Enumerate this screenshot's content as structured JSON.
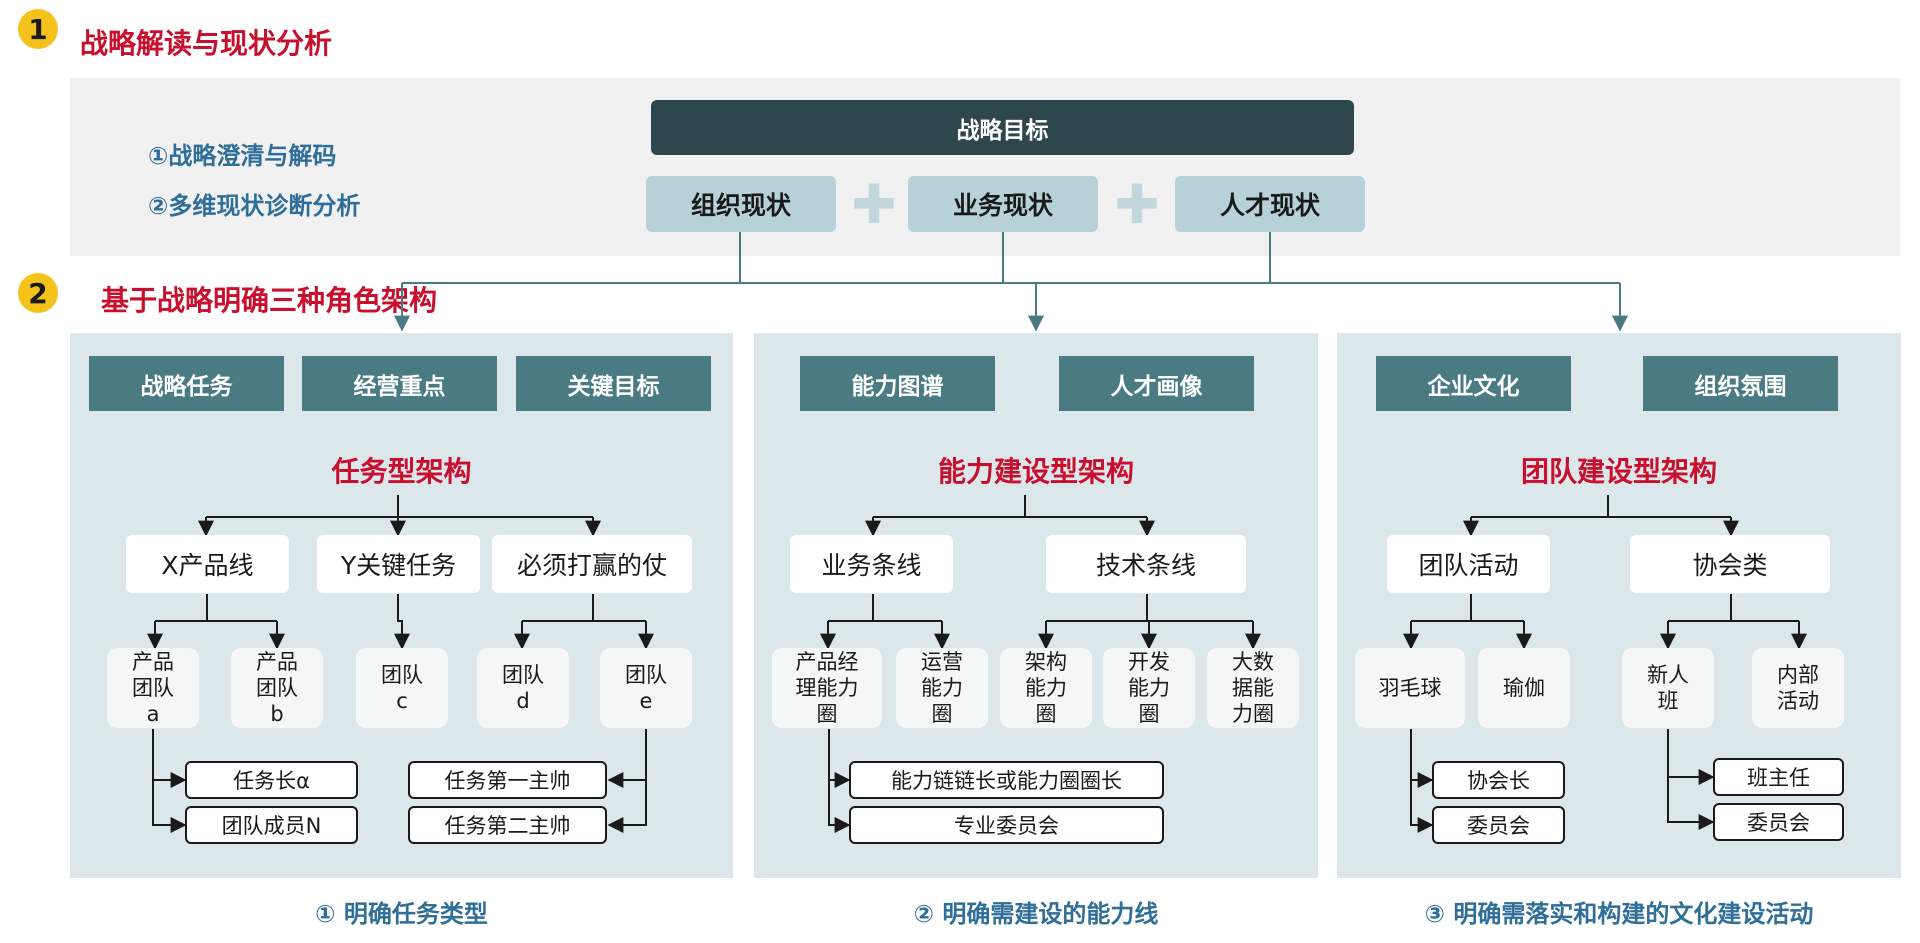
{
  "section1": {
    "number": "1",
    "title": "战略解读与现状分析"
  },
  "intro": [
    "①战略澄清与解码",
    "②多维现状诊断分析"
  ],
  "goal": "战略目标",
  "status": [
    "组织现状",
    "业务现状",
    "人才现状"
  ],
  "plus": "✚",
  "section2": {
    "number": "2",
    "title": "基于战略明确三种角色架构"
  },
  "panels": [
    {
      "tabs": [
        "战略任务",
        "经营重点",
        "关键目标"
      ],
      "title": "任务型架构",
      "level1": [
        "X产品线",
        "Y关键任务",
        "必须打赢的仗"
      ],
      "level2": [
        "产品\n团队\na",
        "产品\n团队\nb",
        "团队\nc",
        "团队\nd",
        "团队\ne"
      ],
      "level3": [
        "任务长α",
        "团队成员N",
        "任务第一主帅",
        "任务第二主帅"
      ],
      "caption": "① 明确任务类型"
    },
    {
      "tabs": [
        "能力图谱",
        "人才画像"
      ],
      "title": "能力建设型架构",
      "level1": [
        "业务条线",
        "技术条线"
      ],
      "level2": [
        "产品经\n理能力\n圈",
        "运营\n能力\n圈",
        "架构\n能力\n圈",
        "开发\n能力\n圈",
        "大数\n据能\n力圈"
      ],
      "level3": [
        "能力链链长或能力圈圈长",
        "专业委员会"
      ],
      "caption": "② 明确需建设的能力线"
    },
    {
      "tabs": [
        "企业文化",
        "组织氛围"
      ],
      "title": "团队建设型架构",
      "level1": [
        "团队活动",
        "协会类"
      ],
      "level2": [
        "羽毛球",
        "瑜伽",
        "新人\n班",
        "内部\n活动"
      ],
      "level3": [
        "协会长",
        "委员会",
        "班主任",
        "委员会"
      ],
      "caption": "③ 明确需落实和构建的文化建设活动"
    }
  ],
  "colors": {
    "accent_red": "#c8102e",
    "number_badge": "#f5c11b",
    "goal_bar": "#2d474c",
    "status_box": "#b7d1d8",
    "tab": "#4a7a82",
    "panel_bg": "#dbe7ea",
    "caption_blue": "#2f6e99",
    "connector": "#4a7a82"
  }
}
